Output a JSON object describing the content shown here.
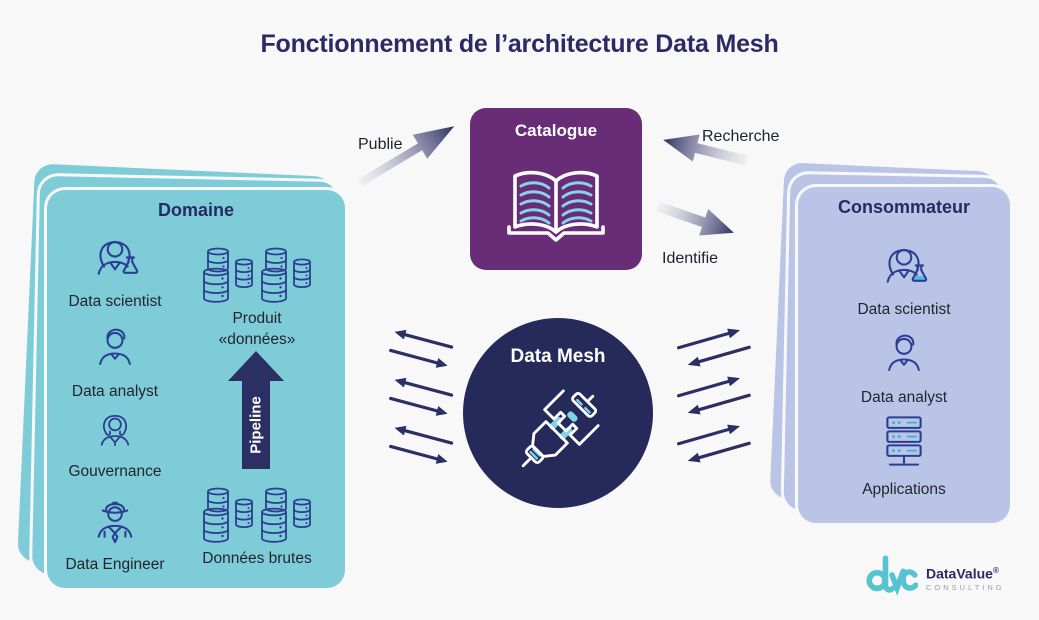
{
  "title": "Fonctionnement de l’architecture Data Mesh",
  "domain_card": {
    "title": "Domaine",
    "roles": [
      {
        "label": "Data scientist",
        "icon": "female-scientist-icon"
      },
      {
        "label": "Data analyst",
        "icon": "male-analyst-icon"
      },
      {
        "label": "Gouvernance",
        "icon": "governance-woman-icon"
      },
      {
        "label": "Data Engineer",
        "icon": "engineer-hardhat-icon"
      }
    ],
    "data_product": {
      "line1": "Produit",
      "line2": "«données»",
      "icon": "databases-icon"
    },
    "pipeline_label": "Pipeline",
    "raw_data": {
      "label": "Données brutes",
      "icon": "databases-icon"
    }
  },
  "catalogue": {
    "title": "Catalogue",
    "icon": "open-book-icon"
  },
  "flows": {
    "publish_label": "Publie",
    "search_label": "Recherche",
    "identify_label": "Identifie"
  },
  "mesh": {
    "title": "Data Mesh",
    "icon": "connector-plug-icon"
  },
  "consumer_card": {
    "title": "Consommateur",
    "items": [
      {
        "label": "Data scientist",
        "icon": "female-scientist-icon"
      },
      {
        "label": "Data analyst",
        "icon": "male-analyst-icon"
      },
      {
        "label": "Applications",
        "icon": "server-stack-icon"
      }
    ]
  },
  "logo": {
    "brand": "DataValue",
    "registered": "®",
    "subtitle": "CONSULTING"
  },
  "colors": {
    "background": "#f8f8f9",
    "domain_card": "#7fccd9",
    "consumer_card": "#b9c4e7",
    "catalogue_purple": "#692d78",
    "mesh_navy": "#262a5b",
    "title_navy": "#2b2a64",
    "arrow_navy": "#2b2f63",
    "icon_stroke_blue": "#2b3f92",
    "cyan_accent": "#7fd2e8",
    "logo_teal": "#56c3cf"
  }
}
